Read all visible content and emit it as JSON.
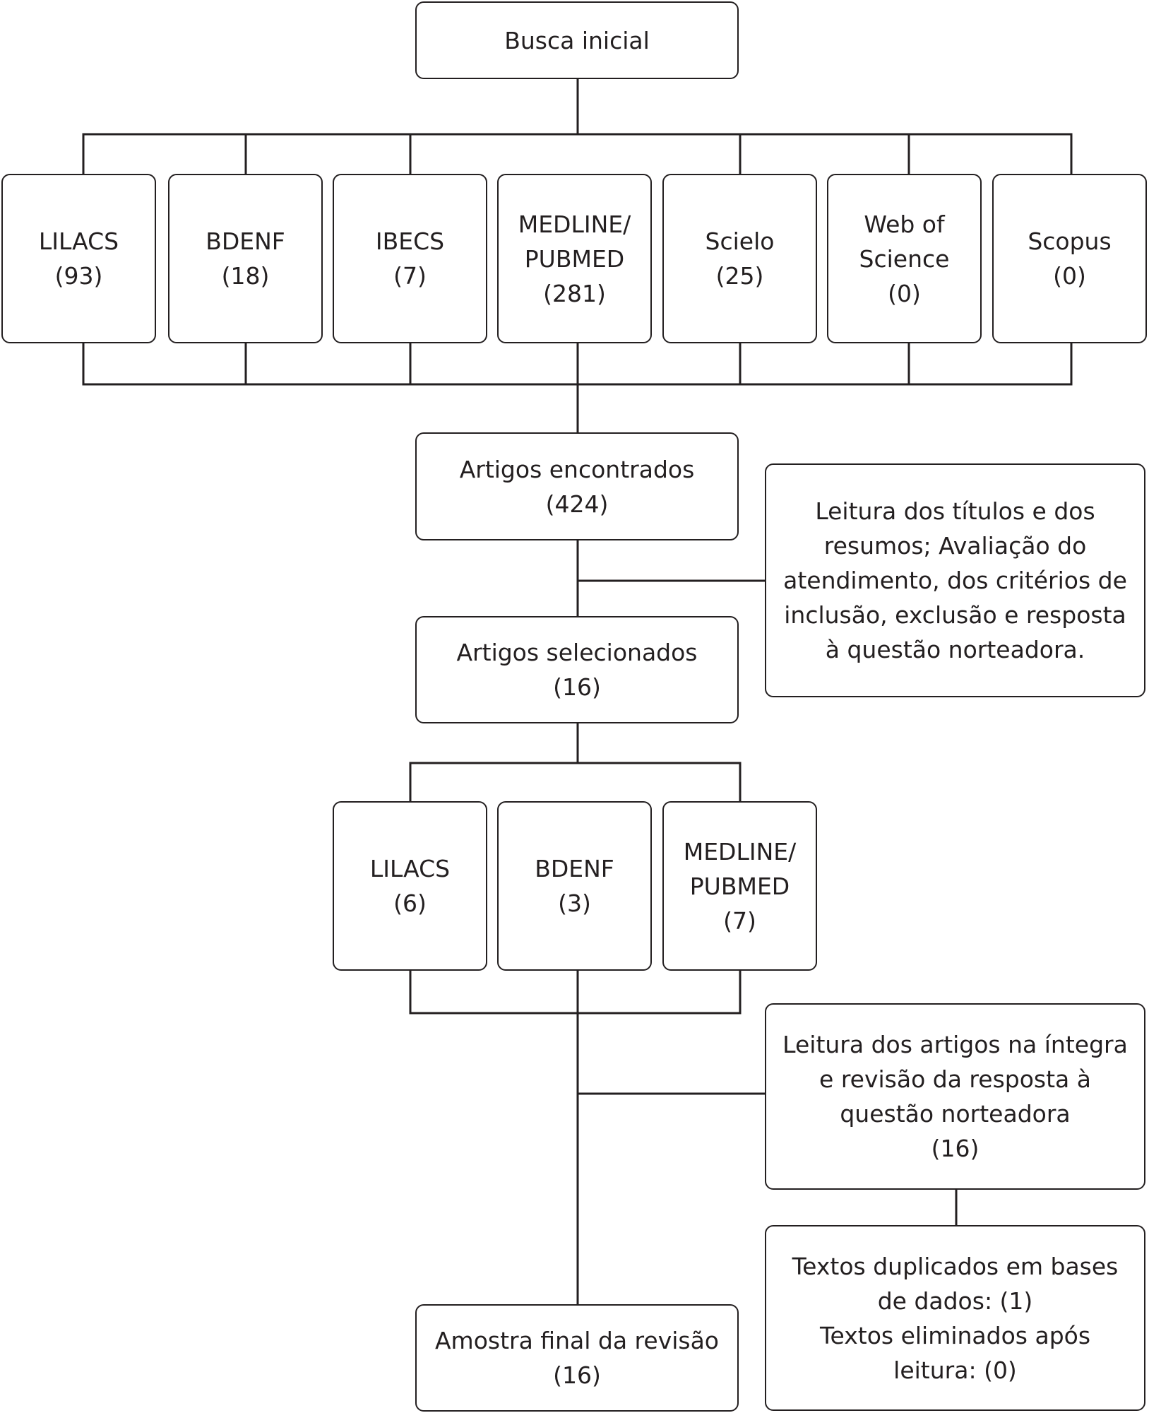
{
  "start": {
    "label": "Busca inicial"
  },
  "databases": [
    {
      "lines": [
        "LILACS",
        "(93)"
      ]
    },
    {
      "lines": [
        "BDENF",
        "(18)"
      ]
    },
    {
      "lines": [
        "IBECS",
        "(7)"
      ]
    },
    {
      "lines": [
        "MEDLINE/",
        "PUBMED",
        "(281)"
      ]
    },
    {
      "lines": [
        "Scielo",
        "(25)"
      ]
    },
    {
      "lines": [
        "Web of",
        "Science",
        "(0)"
      ]
    },
    {
      "lines": [
        "Scopus",
        "(0)"
      ]
    }
  ],
  "found": {
    "lines": [
      "Artigos encontrados",
      "(424)"
    ]
  },
  "screening": {
    "lines": [
      "Leitura dos títulos e dos",
      "resumos; Avaliação do",
      "atendimento, dos critérios de",
      "inclusão, exclusão e resposta",
      "à questão norteadora."
    ]
  },
  "selected": {
    "lines": [
      "Artigos selecionados",
      "(16)"
    ]
  },
  "selected_databases": [
    {
      "lines": [
        "LILACS",
        "(6)"
      ]
    },
    {
      "lines": [
        "BDENF",
        "(3)"
      ]
    },
    {
      "lines": [
        "MEDLINE/",
        "PUBMED",
        "(7)"
      ]
    }
  ],
  "full_text": {
    "lines": [
      "Leitura dos artigos na íntegra",
      "e revisão da resposta à",
      "questão norteadora",
      "(16)"
    ]
  },
  "duplicates": {
    "lines": [
      "Textos duplicados em bases",
      "de dados: (1)",
      "Textos eliminados após",
      "leitura: (0)"
    ]
  },
  "final": {
    "lines": [
      "Amostra final da revisão",
      "(16)"
    ]
  }
}
